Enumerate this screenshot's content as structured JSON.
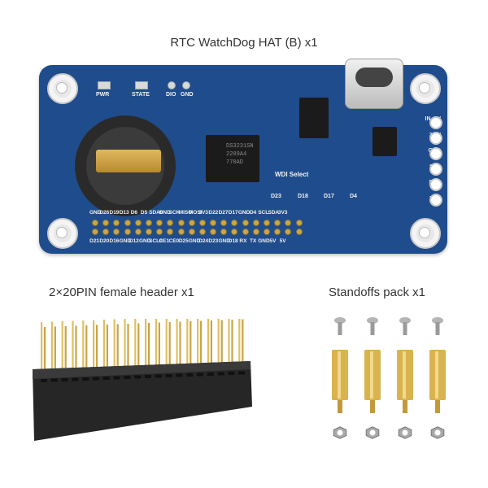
{
  "captions": {
    "hat": "RTC WatchDog HAT (B) x1",
    "header": "2×20PIN female header x1",
    "standoffs": "Standoffs pack x1"
  },
  "board": {
    "top_labels": [
      "PWR",
      "STATE",
      "DIO",
      "GND"
    ],
    "wdi_select": "WDI Select",
    "wdi_options": [
      "D23",
      "D18",
      "D17",
      "D4"
    ],
    "chip_main": [
      "DS3231SN",
      "2209A4",
      "770AD"
    ],
    "right_labels": [
      "IN_5V",
      "3.3V",
      "GND",
      "SCL",
      "SDA",
      "WDI"
    ],
    "top_pin_labels": [
      "GND",
      "D26",
      "D19",
      "D13",
      "D6",
      "D5",
      "SDA0",
      "GND",
      "SCK",
      "MISO",
      "MOSI",
      "3V3",
      "D22",
      "D27",
      "D17",
      "GND",
      "D4",
      "SCL",
      "SDA",
      "3V3"
    ],
    "bottom_pin_labels": [
      "D21",
      "D20",
      "D16",
      "GND",
      "D12",
      "GND",
      "SCL0",
      "CE1",
      "CE0",
      "D25",
      "GND",
      "D24",
      "D23",
      "GND",
      "D18",
      "RX",
      "TX",
      "GND",
      "5V",
      "5V"
    ]
  }
}
